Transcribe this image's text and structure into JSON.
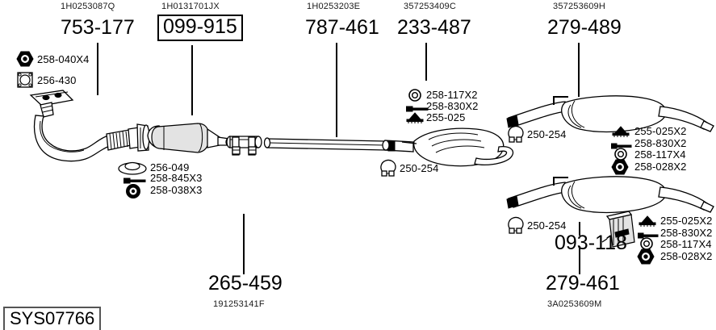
{
  "diagram": {
    "title_code": "SYS07766",
    "type": "exhaust-system-parts-diagram"
  },
  "top_labels": [
    {
      "oem": "1H0253087Q",
      "ref": "753-177",
      "boxed": false
    },
    {
      "oem": "1H0131701JX",
      "ref": "099-915",
      "boxed": true
    },
    {
      "oem": "1H0253203E",
      "ref": "787-461",
      "boxed": false
    },
    {
      "oem": "357253409C",
      "ref": "233-487",
      "boxed": false
    },
    {
      "oem": "357253609H",
      "ref": "279-489",
      "boxed": false
    }
  ],
  "bottom_labels": [
    {
      "ref": "265-459",
      "oem": "191253141F"
    },
    {
      "ref": "279-461",
      "oem": "3A0253609M"
    }
  ],
  "left_fasteners": [
    {
      "icon": "hex-nut-icon",
      "label": "258-040X4"
    },
    {
      "icon": "square-gasket-icon",
      "label": "256-430"
    }
  ],
  "cat_fasteners": [
    {
      "icon": "oval-gasket-icon",
      "label": "256-049"
    },
    {
      "icon": "bolt-icon",
      "label": "258-845X3"
    },
    {
      "icon": "ring-nut-icon",
      "label": "258-038X3"
    }
  ],
  "center_muffler_fasteners": [
    {
      "icon": "ring-washer-icon",
      "label": "258-117X2"
    },
    {
      "icon": "bolt-icon",
      "label": "258-830X2"
    },
    {
      "icon": "rubber-mount-icon",
      "label": "255-025"
    }
  ],
  "clamps": [
    {
      "icon": "clamp-icon",
      "label": "250-254",
      "position": "center-muffler-inlet"
    },
    {
      "icon": "clamp-icon",
      "label": "250-254",
      "position": "upper-rear-muffler-inlet"
    },
    {
      "icon": "clamp-icon",
      "label": "250-254",
      "position": "lower-rear-muffler-inlet"
    }
  ],
  "rear_upper_fasteners": [
    {
      "icon": "rubber-mount-icon",
      "label": "255-025X2"
    },
    {
      "icon": "bolt-icon",
      "label": "258-830X2"
    },
    {
      "icon": "ring-washer-icon",
      "label": "258-117X4"
    },
    {
      "icon": "hex-nut-icon",
      "label": "258-028X2"
    }
  ],
  "rear_lower_fasteners": [
    {
      "icon": "rubber-mount-icon",
      "label": "255-025X2"
    },
    {
      "icon": "bolt-icon",
      "label": "258-830X2"
    },
    {
      "icon": "ring-washer-icon",
      "label": "258-117X4"
    },
    {
      "icon": "hex-nut-icon",
      "label": "258-028X2"
    }
  ],
  "heat_shield": {
    "ref": "093-118",
    "icon": "heat-shield-icon"
  }
}
